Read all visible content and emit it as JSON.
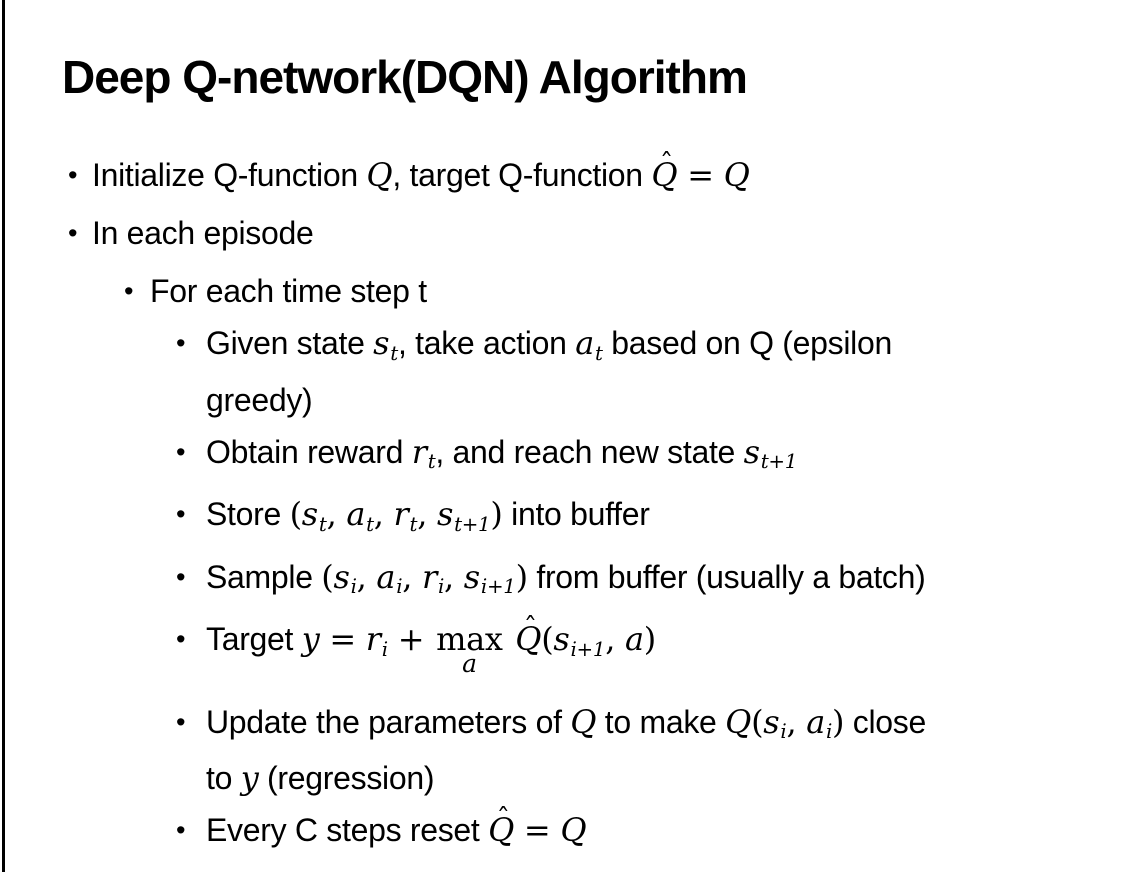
{
  "slide": {
    "title": "Deep Q-network(DQN) Algorithm"
  },
  "glyphs": {
    "bullet": "•",
    "hat": "ˆ"
  },
  "bullets": [
    {
      "level": 1,
      "segments": [
        {
          "text": "Initialize Q-function "
        },
        {
          "math": "Q"
        },
        {
          "text": ", target Q-function "
        },
        {
          "math": "Q",
          "hat": true
        },
        {
          "roman": " = "
        },
        {
          "math": "Q"
        }
      ]
    },
    {
      "level": 1,
      "segments": [
        {
          "text": "In each episode"
        }
      ]
    },
    {
      "level": 2,
      "segments": [
        {
          "text": "For each time step t"
        }
      ]
    },
    {
      "level": 3,
      "segments": [
        {
          "text": "Given state "
        },
        {
          "math": "s",
          "sub": "t"
        },
        {
          "text": ", take action "
        },
        {
          "math": "a",
          "sub": "t"
        },
        {
          "text": " based on Q (epsilon"
        },
        {
          "break": true
        },
        {
          "text": "greedy)"
        }
      ]
    },
    {
      "level": 3,
      "segments": [
        {
          "text": "Obtain reward "
        },
        {
          "math": "r",
          "sub": "t"
        },
        {
          "text": ", and reach new state "
        },
        {
          "math": "s",
          "sub": "t+1"
        }
      ]
    },
    {
      "level": 3,
      "segments": [
        {
          "text": "Store "
        },
        {
          "roman": "("
        },
        {
          "math": "s",
          "sub": "t"
        },
        {
          "roman": ", "
        },
        {
          "math": "a",
          "sub": "t"
        },
        {
          "roman": ", "
        },
        {
          "math": "r",
          "sub": "t"
        },
        {
          "roman": ", "
        },
        {
          "math": "s",
          "sub": "t+1"
        },
        {
          "roman": ")"
        },
        {
          "text": " into buffer"
        }
      ]
    },
    {
      "level": 3,
      "segments": [
        {
          "text": "Sample "
        },
        {
          "roman": "("
        },
        {
          "math": "s",
          "sub": "i"
        },
        {
          "roman": ", "
        },
        {
          "math": "a",
          "sub": "i"
        },
        {
          "roman": ", "
        },
        {
          "math": "r",
          "sub": "i"
        },
        {
          "roman": ", "
        },
        {
          "math": "s",
          "sub": "i+1"
        },
        {
          "roman": ")"
        },
        {
          "text": " from buffer (usually a batch)"
        }
      ]
    },
    {
      "level": 3,
      "extra_space": true,
      "segments": [
        {
          "text": "Target "
        },
        {
          "math": "y"
        },
        {
          "roman": " = "
        },
        {
          "math": "r",
          "sub": "i"
        },
        {
          "roman": " + "
        },
        {
          "under": {
            "top": "max",
            "bottom": "a"
          }
        },
        {
          "text": " "
        },
        {
          "math": "Q",
          "hat": true
        },
        {
          "roman": "("
        },
        {
          "math": "s",
          "sub": "i+1"
        },
        {
          "roman": ", "
        },
        {
          "math": "a"
        },
        {
          "roman": ")"
        }
      ]
    },
    {
      "level": 3,
      "segments": [
        {
          "text": "Update the parameters of "
        },
        {
          "math": "Q"
        },
        {
          "text": " to make "
        },
        {
          "math": "Q"
        },
        {
          "roman": "("
        },
        {
          "math": "s",
          "sub": "i"
        },
        {
          "roman": ", "
        },
        {
          "math": "a",
          "sub": "i"
        },
        {
          "roman": ")"
        },
        {
          "text": " close"
        },
        {
          "break": true
        },
        {
          "text": "to "
        },
        {
          "math": "y"
        },
        {
          "text": " (regression)"
        }
      ]
    },
    {
      "level": 3,
      "segments": [
        {
          "text": "Every C steps reset "
        },
        {
          "math": "Q",
          "hat": true
        },
        {
          "roman": " = "
        },
        {
          "math": "Q"
        }
      ]
    }
  ]
}
